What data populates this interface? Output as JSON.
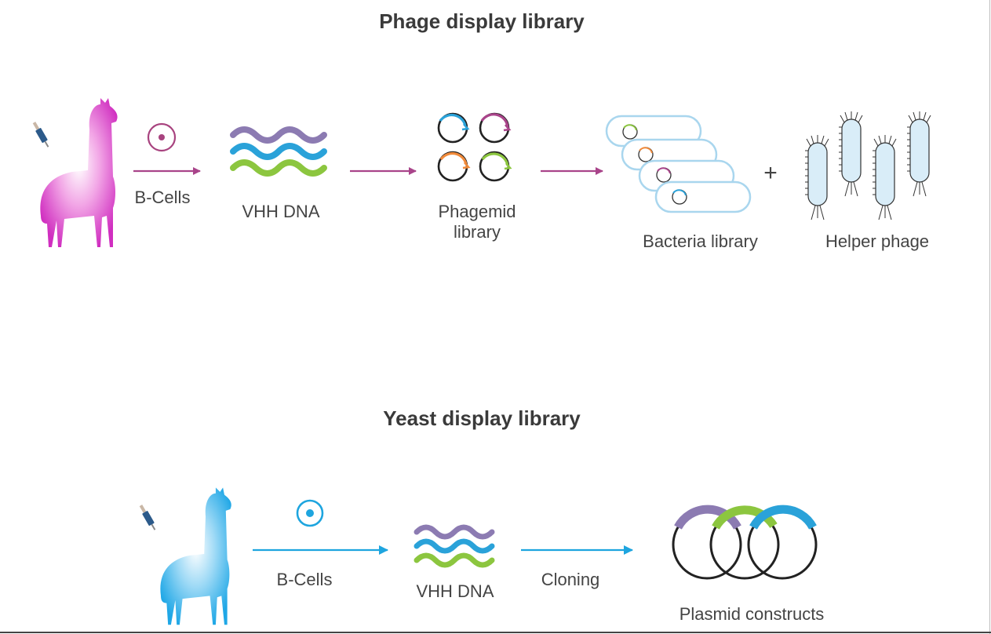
{
  "colors": {
    "magenta": "#a8437f",
    "magenta_arrow": "#a9448a",
    "cyan": "#1ea5df",
    "purple": "#8c7bb2",
    "blue": "#2aa2d9",
    "green": "#8cc63f",
    "orange": "#f08a3a",
    "cell_outline": "#a9d6ee",
    "cell_fill": "#d9edf8"
  },
  "phage": {
    "title": "Phage display library",
    "b_cells": "B-Cells",
    "vhh": "VHH DNA",
    "phagemid_line1": "Phagemid",
    "phagemid_line2": "library",
    "bacteria": "Bacteria library",
    "plus": "+",
    "helper": "Helper phage"
  },
  "yeast": {
    "title": "Yeast display library",
    "b_cells": "B-Cells",
    "vhh": "VHH DNA",
    "cloning": "Cloning",
    "plasmid": "Plasmid constructs"
  }
}
